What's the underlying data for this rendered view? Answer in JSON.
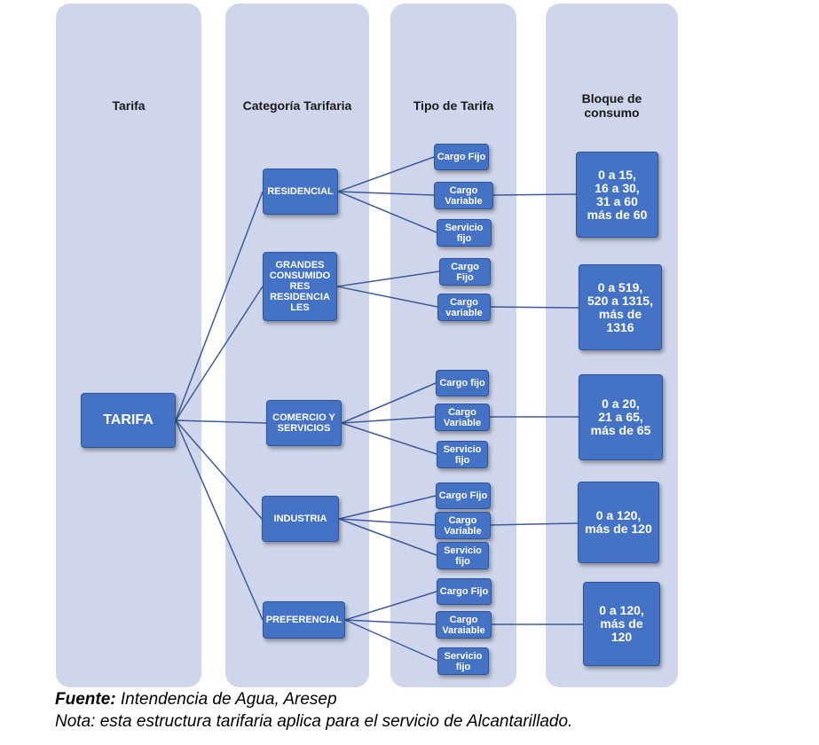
{
  "columns": {
    "tarifa": "Tarifa",
    "categoria": "Categoría Tarifaria",
    "tipo": "Tipo de Tarifa",
    "bloque": "Bloque de\nconsumo"
  },
  "root": "TARIFA",
  "categories": {
    "residencial": "RESIDENCIAL",
    "grandes": "GRANDES\nCONSUMIDO\nRES\nRESIDENCIA\nLES",
    "comercio": "COMERCIO Y\nSERVICIOS",
    "industria": "INDUSTRIA",
    "preferencial": "PREFERENCIAL"
  },
  "tipos": {
    "res_fijo": "Cargo Fijo",
    "res_variable": "Cargo\nVariable",
    "res_servicio": "Servicio\nfijo",
    "gra_fijo": "Cargo\nFijo",
    "gra_variable": "Cargo\nvariable",
    "com_fijo": "Cargo fijo",
    "com_variable": "Cargo\nVariable",
    "com_servicio": "Servicio\nfijo",
    "ind_fijo": "Cargo Fijo",
    "ind_variable": "Cargo\nVariable",
    "ind_servicio": "Servicio\nfijo",
    "pre_fijo": "Cargo Fijo",
    "pre_variable": "Cargo\nVaraiable",
    "pre_servicio": "Servicio\nfijo"
  },
  "bloques": {
    "residencial": "0 a 15,\n16 a 30,\n31 a 60\nmás de 60",
    "grandes": "0 a 519,\n520 a 1315,\nmás de\n1316",
    "comercio": "0 a 20,\n21 a 65,\nmás de 65",
    "industria": "0 a 120,\nmás de 120",
    "preferencial": "0 a 120,\nmás de\n120"
  },
  "footer": {
    "source_label": "Fuente:",
    "source_text": " Intendencia de Agua, Aresep",
    "note": "Nota: esta estructura tarifaria aplica para el servicio de Alcantarillado."
  },
  "colors": {
    "column_bg": "#cfd5ea",
    "box_fill": "#4472c4",
    "box_border": "#2f5597",
    "connector": "#3c5a9a"
  }
}
